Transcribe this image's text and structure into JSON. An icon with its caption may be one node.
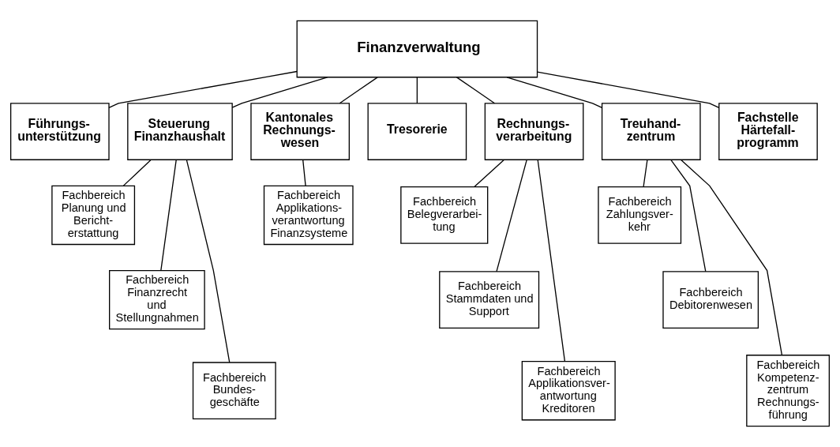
{
  "diagram": {
    "nodes": [
      {
        "text": [
          "Finanzverwaltung"
        ]
      },
      {
        "text": [
          "Führungs- unterstützung"
        ]
      },
      {
        "text": [
          "Steuerung Finanzhaushalt"
        ]
      },
      {
        "text": [
          "Kantonales Rechnungs- wesen"
        ]
      },
      {
        "text": [
          "Tresorerie"
        ]
      },
      {
        "text": [
          "Rechnungs- verarbeitung"
        ]
      },
      {
        "text": [
          "Treuhand- zentrum"
        ]
      },
      {
        "text": [
          "Fachstelle Härtefall- programm"
        ]
      },
      {
        "text": [
          "Fachbereich Planung und Bericht- erstattung"
        ]
      },
      {
        "text": [
          "Fachbereich Finanzrecht und Stellungnahmen"
        ]
      },
      {
        "text": [
          "Fachbereich Bundes- geschäfte"
        ]
      },
      {
        "text": [
          "Fachbereich Applikations- verantwortung Finanzsysteme"
        ]
      },
      {
        "text": [
          "Fachbereich Belegverarbei- tung"
        ]
      },
      {
        "text": [
          "Fachbereich Stammdaten und Support"
        ]
      },
      {
        "text": [
          "Fachbereich Applikationsver- antwortung Kreditoren"
        ]
      },
      {
        "text": [
          "Fachbereich Zahlungsver- kehr"
        ]
      },
      {
        "text": [
          "Fachbereich Debitorenwesen"
        ]
      },
      {
        "text": [
          "Fachbereich Kompetenz- zentrum Rechnungs- führung"
        ]
      }
    ],
    "edges": [
      {
        "from": 0,
        "to": 1,
        "arrow": "none"
      },
      {
        "from": 0,
        "to": 2,
        "arrow": "none"
      },
      {
        "from": 0,
        "to": 3,
        "arrow": "none"
      },
      {
        "from": 0,
        "to": 4,
        "arrow": "none"
      },
      {
        "from": 0,
        "to": 5,
        "arrow": "none"
      },
      {
        "from": 0,
        "to": 6,
        "arrow": "none"
      },
      {
        "from": 0,
        "to": 7,
        "arrow": "none"
      },
      {
        "from": 2,
        "to": 8,
        "arrow": "none"
      },
      {
        "from": 2,
        "to": 9,
        "arrow": "none"
      },
      {
        "from": 2,
        "to": 10,
        "arrow": "none"
      },
      {
        "from": 3,
        "to": 11,
        "arrow": "none"
      },
      {
        "from": 5,
        "to": 12,
        "arrow": "none"
      },
      {
        "from": 5,
        "to": 13,
        "arrow": "none"
      },
      {
        "from": 5,
        "to": 14,
        "arrow": "none"
      },
      {
        "from": 6,
        "to": 15,
        "arrow": "none"
      },
      {
        "from": 6,
        "to": 16,
        "arrow": "none"
      },
      {
        "from": 6,
        "to": 17,
        "arrow": "none"
      }
    ]
  }
}
